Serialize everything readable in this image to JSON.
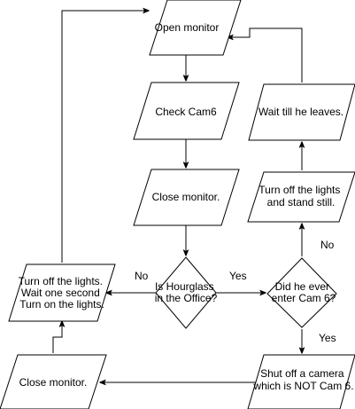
{
  "diagram": {
    "nodes": {
      "open_monitor": {
        "lines": [
          "Open monitor"
        ]
      },
      "check_cam6": {
        "lines": [
          "Check Cam6"
        ]
      },
      "close_monitor_1": {
        "lines": [
          "Close monitor."
        ]
      },
      "is_hourglass": {
        "lines": [
          "Is Hourglass",
          "in the Office?"
        ]
      },
      "lights_wait": {
        "lines": [
          "Turn off the lights.",
          "Wait one second",
          "Turn on the lights."
        ]
      },
      "close_monitor_2": {
        "lines": [
          "Close monitor."
        ]
      },
      "did_he_enter": {
        "lines": [
          "Did he ever",
          "enter Cam 6?"
        ]
      },
      "shut_off_camera": {
        "lines": [
          "Shut off a camera",
          "which is NOT Cam 6."
        ]
      },
      "lights_stand": {
        "lines": [
          "Turn off the lights",
          "and stand still."
        ]
      },
      "wait_leaves": {
        "lines": [
          "Wait till he leaves."
        ]
      }
    },
    "edge_labels": {
      "hourglass_no": "No",
      "hourglass_yes": "Yes",
      "entered_no": "No",
      "entered_yes": "Yes"
    }
  }
}
